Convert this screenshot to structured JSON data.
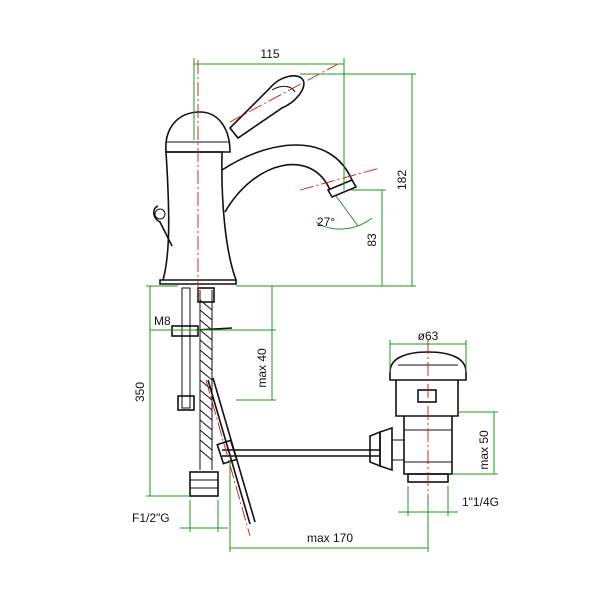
{
  "dimensions": {
    "spout_reach": "115",
    "total_height": "182",
    "spout_height": "83",
    "spout_angle": "27°",
    "rod_thread": "M8",
    "max_deck": "max 40",
    "hose_length": "350",
    "hose_connection": "F1/2\"G",
    "waste_diameter": "ø63",
    "waste_max_height": "max 50",
    "waste_thread": "1\"1/4G",
    "pop_up_max": "max 170"
  },
  "colors": {
    "dimension_lines": "#1a9a1a",
    "part_outline": "#111111",
    "centre_lines": "#d41414"
  }
}
